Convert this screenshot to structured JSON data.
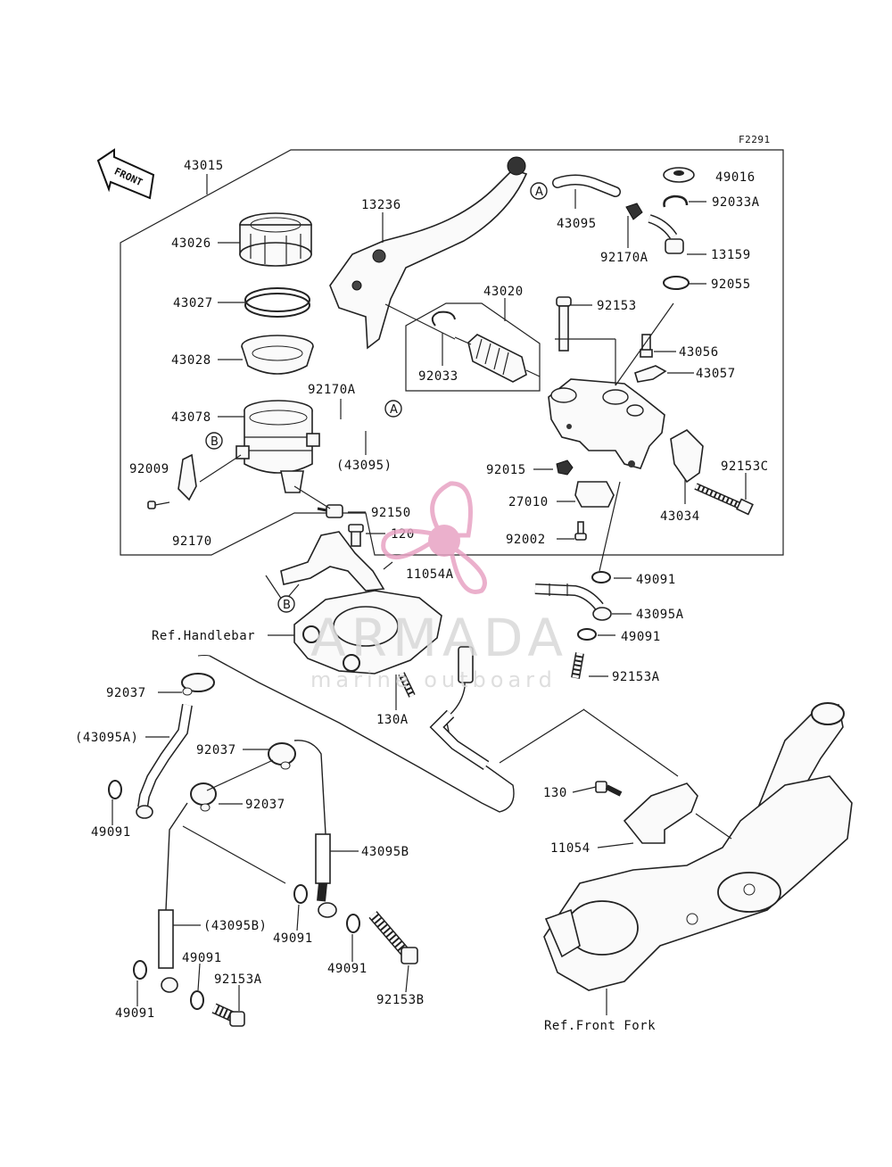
{
  "figure_code": "F2291",
  "front_arrow_label": "FRONT",
  "ref_labels": {
    "handlebar": "Ref.Handlebar",
    "front_fork": "Ref.Front Fork"
  },
  "callouts": {
    "a": "A",
    "b": "B"
  },
  "part_numbers": {
    "p43015": "43015",
    "p43026": "43026",
    "p43027": "43027",
    "p43028": "43028",
    "p43078": "43078",
    "p92009": "92009",
    "p92170": "92170",
    "p13236": "13236",
    "p43020": "43020",
    "p92033": "92033",
    "p92170A_left": "92170A",
    "p43095_paren": "(43095)",
    "p92150": "92150",
    "p120": "120",
    "p11054A": "11054A",
    "p43095": "43095",
    "p92170A_right": "92170A",
    "p49016": "49016",
    "p92033A": "92033A",
    "p13159": "13159",
    "p92055": "92055",
    "p92153": "92153",
    "p43056": "43056",
    "p43057": "43057",
    "p92015": "92015",
    "p27010": "27010",
    "p92002": "92002",
    "p43034": "43034",
    "p92153C": "92153C",
    "p49091_a": "49091",
    "p43095A": "43095A",
    "p49091_b": "49091",
    "p92153A_top": "92153A",
    "p92037_a": "92037",
    "p43095A_paren": "(43095A)",
    "p130A": "130A",
    "p49091_c": "49091",
    "p92037_b": "92037",
    "p92037_c": "92037",
    "p43095B": "43095B",
    "p43095B_paren": "(43095B)",
    "p49091_d": "49091",
    "p49091_e": "49091",
    "p49091_f": "49091",
    "p49091_g": "49091",
    "p92153A_bottom": "92153A",
    "p92153B": "92153B",
    "p130": "130",
    "p11054": "11054"
  },
  "watermark": {
    "brand": "ARMADA",
    "tagline": "marine outboard",
    "color": "#e8a3c4"
  }
}
